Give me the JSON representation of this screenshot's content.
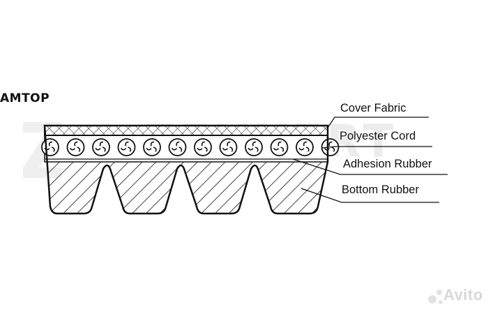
{
  "brand": {
    "text": "AMTOP"
  },
  "watermark": {
    "text": "ZEKKERT"
  },
  "layers": {
    "cover_fabric": "Cover Fabric",
    "polyester_cord": "Polyester Cord",
    "adhesion_rubber": "Adhesion Rubber",
    "bottom_rubber": "Bottom Rubber"
  },
  "site_watermark": {
    "text": "Avito",
    "icon": "avito-dots-icon"
  },
  "colors": {
    "ink": "#111111",
    "watermark": "#e6e6e6",
    "background": "#ffffff"
  }
}
